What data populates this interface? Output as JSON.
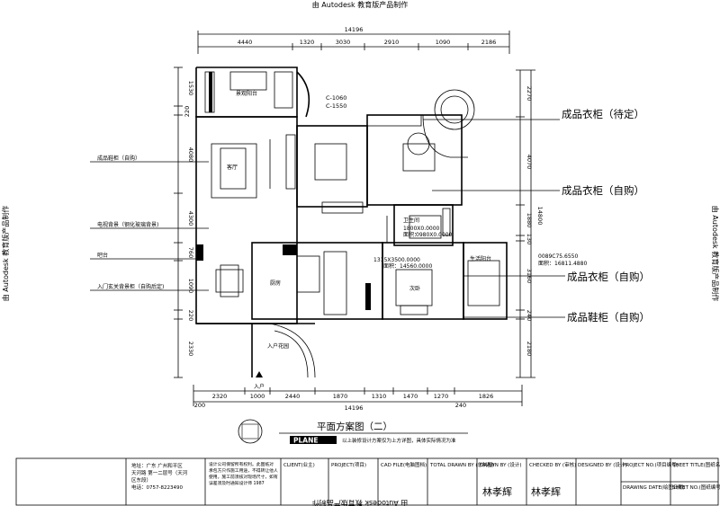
{
  "watermarks": {
    "top": "由 Autodesk 教育版产品制作",
    "bottom": "由 Autodesk 教育版产品制作",
    "left": "由 Autodesk 教育版产品制作",
    "right": "由 Autodesk 教育版产品制作"
  },
  "dimensions": {
    "top_total": "14196",
    "top_segments": [
      "4440",
      "1320",
      "3030",
      "2910",
      "1090",
      "2186"
    ],
    "bottom_segments": [
      "2320",
      "1000",
      "2440",
      "1870",
      "1310",
      "1470",
      "1270",
      "1826"
    ],
    "bottom_total": "14196",
    "bottom_edges": [
      "200",
      "240"
    ],
    "left_segments": [
      "1530",
      "220",
      "4080",
      "4300",
      "760",
      "1090",
      "220",
      "2330"
    ],
    "right_segments": [
      "2270",
      "4070",
      "1880",
      "130",
      "3160",
      "240",
      "2180"
    ],
    "right_total": "14800",
    "window_notes": [
      "C-1060",
      "C-1550"
    ]
  },
  "rooms": {
    "balcony_top": "景观阳台",
    "kitchen": "厨房",
    "entrance": "入户花园",
    "living_balcony": "生活阳台",
    "bathroom": "卫生间",
    "bathroom_note": "1800X0.0000",
    "bath_dim": "0980X0.0000",
    "bath_area": "面积：",
    "master_note": "1315X3500.0000",
    "master_area": "面积：14560.0000",
    "right_note": "0089C75.6550",
    "right_area": "面积：16811.4880",
    "bedroom2": "次卧",
    "living": "客厅"
  },
  "left_labels": [
    "成品鞋柜（自购）",
    "电视背景（钢化玻璃背景)",
    "吧台",
    "入门玄关背景柜（自购后定)"
  ],
  "callouts": [
    "成品衣柜（待定）",
    "成品衣柜（自购）",
    "成品衣柜（自购）",
    "成品鞋柜（自购）"
  ],
  "entrance_label": "入户",
  "title": {
    "main": "平面方案图（二）",
    "sub": "PLANE",
    "note": "以上装修设计方案仅为上方详图，具体实际情况为准"
  },
  "title_block": {
    "col1": [
      "地址：广东 广州和平区",
      "天河路 第一二层号（天河",
      "区东段）",
      "电话：0757-8223490"
    ],
    "col2": [
      "设计公司保留所有权利。此图纸对",
      "承包方只作施工用途，不得转让他人",
      "使用。施工前须核对现场尺寸，如有",
      "误差须及时通知设计师 1987"
    ],
    "client": "CLIENT(业主)",
    "project": "PROJECT(项目)",
    "cad_file": "CAD FILE(电脑图档)",
    "total": "TOTAL DRAWN BY (总制图)",
    "drawn": "DRAWN BY (设计)",
    "checked": "CHECKED BY (审核)",
    "designed": "DESIGNED BY (设计)",
    "project_no": "PROJECT NO.(项目编号)",
    "sheet_title": "SHEET TITLE(图纸名称)",
    "drawing_date": "DRAWING DATE(绘图日期)",
    "sheet_no": "SHEET NO.(图纸编号)",
    "sign1": "林孝辉",
    "sign2": "林孝辉"
  }
}
